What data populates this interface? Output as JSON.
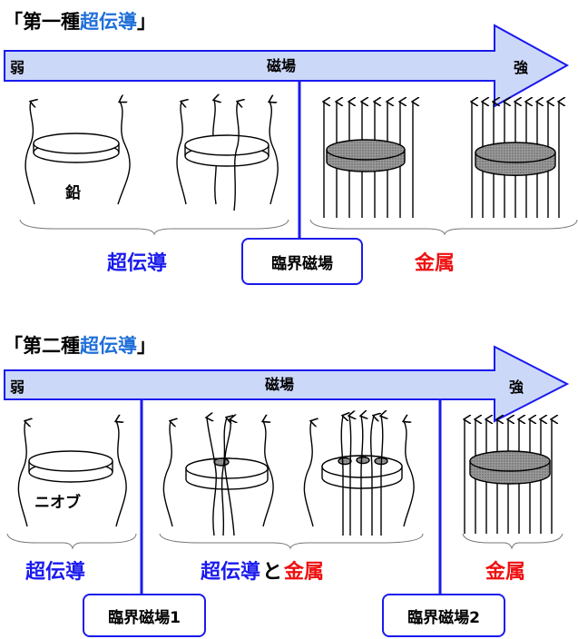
{
  "section1": {
    "title_prefix": "「第一種",
    "title_highlight": "超伝導",
    "title_suffix": "」",
    "arrow": {
      "weak": "弱",
      "field": "磁場",
      "strong": "強"
    },
    "sample_label": "鉛",
    "phase_superconductor": "超伝導",
    "phase_metal": "金属",
    "critical_box": "臨界磁場"
  },
  "section2": {
    "title_prefix": "「第二種",
    "title_highlight": "超伝導",
    "title_suffix": "」",
    "arrow": {
      "weak": "弱",
      "field": "磁場",
      "strong": "強"
    },
    "sample_label": "ニオブ",
    "phase_superconductor": "超伝導",
    "phase_mixed_sc": "超伝導",
    "phase_mixed_and": "と",
    "phase_mixed_metal": "金属",
    "phase_metal": "金属",
    "critical_box_1": "臨界磁場1",
    "critical_box_2": "臨界磁場2"
  },
  "colors": {
    "arrow_fill": "#ccd8f8",
    "arrow_stroke": "#1a1aee",
    "boundary_line": "#1a1aee",
    "superconductor_text": "#1a1aee",
    "metal_text": "#ee1111",
    "title_highlight": "#1f6fd8",
    "metal_disk": "#777777"
  }
}
